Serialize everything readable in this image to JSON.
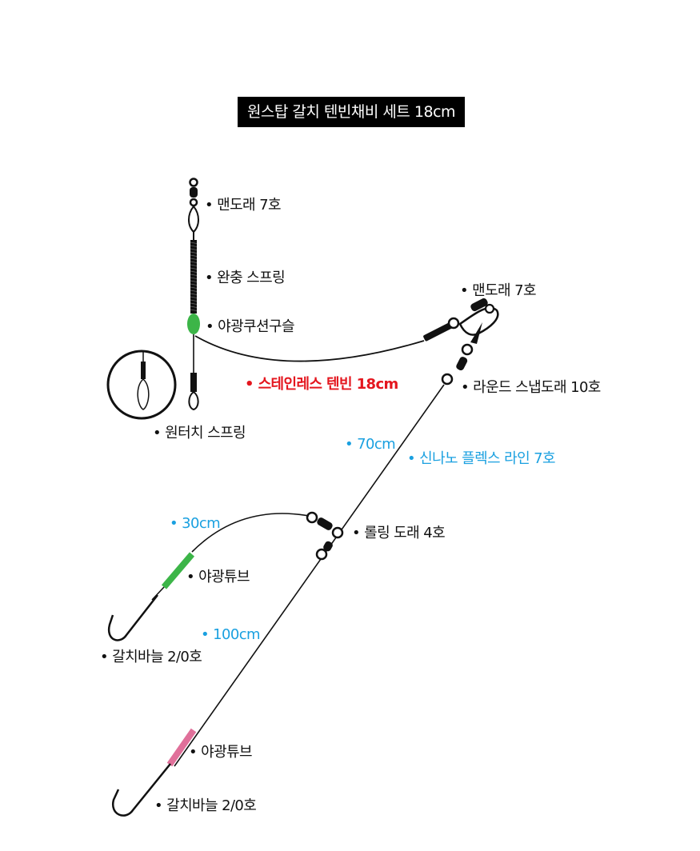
{
  "title": "원스탑 갈치 텐빈채비 세트 18cm",
  "labels": {
    "swivel_top_left": "• 맨도래 7호",
    "cushion_spring": "• 완충 스프링",
    "glow_cushion_bead": "• 야광쿠션구슬",
    "one_touch_spring": "• 원터치 스프링",
    "swivel_top_right": "• 맨도래 7호",
    "stainless_tenbin": "• 스테인레스 텐빈 18cm",
    "round_snap_swivel": "• 라운드 스냅도래 10호",
    "length_70": "• 70cm",
    "line_spec": "• 신나노 플렉스 라인 7호",
    "length_30": "• 30cm",
    "rolling_swivel": "• 롤링 도래 4호",
    "glow_tube_upper": "• 야광튜브",
    "hook_upper": "• 갈치바늘 2/0호",
    "length_100": "• 100cm",
    "glow_tube_lower": "• 야광튜브",
    "hook_lower": "• 갈치바늘 2/0호"
  },
  "colors": {
    "line": "#111111",
    "glow_green": "#3cb548",
    "glow_pink": "#e0709a",
    "length_blue": "#1aa0e0",
    "highlight_red": "#e4161e"
  }
}
